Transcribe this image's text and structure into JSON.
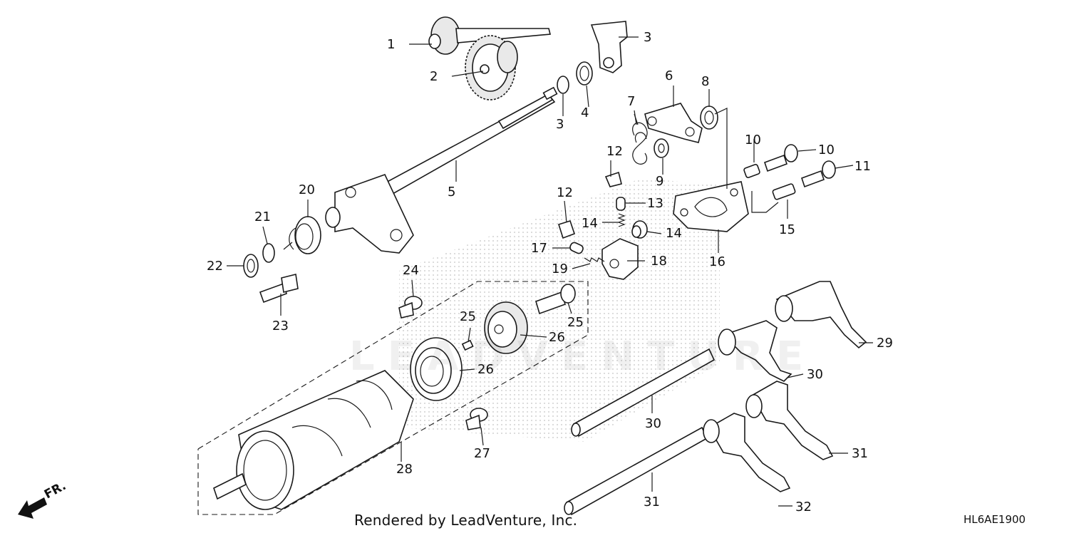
{
  "diagram": {
    "footer_text": "Rendered by LeadVenture, Inc.",
    "diagram_code": "HL6AE1900",
    "direction_label": "FR.",
    "watermark": "LEADVENTURE",
    "callouts": [
      {
        "id": "c1",
        "text": "1"
      },
      {
        "id": "c2",
        "text": "2"
      },
      {
        "id": "c3a",
        "text": "3"
      },
      {
        "id": "c3b",
        "text": "3"
      },
      {
        "id": "c4",
        "text": "4"
      },
      {
        "id": "c5",
        "text": "5"
      },
      {
        "id": "c6",
        "text": "6"
      },
      {
        "id": "c7",
        "text": "7"
      },
      {
        "id": "c8",
        "text": "8"
      },
      {
        "id": "c9",
        "text": "9"
      },
      {
        "id": "c10a",
        "text": "10"
      },
      {
        "id": "c10b",
        "text": "10"
      },
      {
        "id": "c11",
        "text": "11"
      },
      {
        "id": "c12a",
        "text": "12"
      },
      {
        "id": "c12b",
        "text": "12"
      },
      {
        "id": "c13",
        "text": "13"
      },
      {
        "id": "c14a",
        "text": "14"
      },
      {
        "id": "c14b",
        "text": "14"
      },
      {
        "id": "c15",
        "text": "15"
      },
      {
        "id": "c16",
        "text": "16"
      },
      {
        "id": "c17",
        "text": "17"
      },
      {
        "id": "c18",
        "text": "18"
      },
      {
        "id": "c19",
        "text": "19"
      },
      {
        "id": "c20",
        "text": "20"
      },
      {
        "id": "c21",
        "text": "21"
      },
      {
        "id": "c22",
        "text": "22"
      },
      {
        "id": "c23",
        "text": "23"
      },
      {
        "id": "c24",
        "text": "24"
      },
      {
        "id": "c25a",
        "text": "25"
      },
      {
        "id": "c25b",
        "text": "25"
      },
      {
        "id": "c26a",
        "text": "26"
      },
      {
        "id": "c26b",
        "text": "26"
      },
      {
        "id": "c27",
        "text": "27"
      },
      {
        "id": "c28",
        "text": "28"
      },
      {
        "id": "c29",
        "text": "29"
      },
      {
        "id": "c30a",
        "text": "30"
      },
      {
        "id": "c30b",
        "text": "30"
      },
      {
        "id": "c31a",
        "text": "31"
      },
      {
        "id": "c31b",
        "text": "31"
      },
      {
        "id": "c32",
        "text": "32"
      }
    ]
  }
}
